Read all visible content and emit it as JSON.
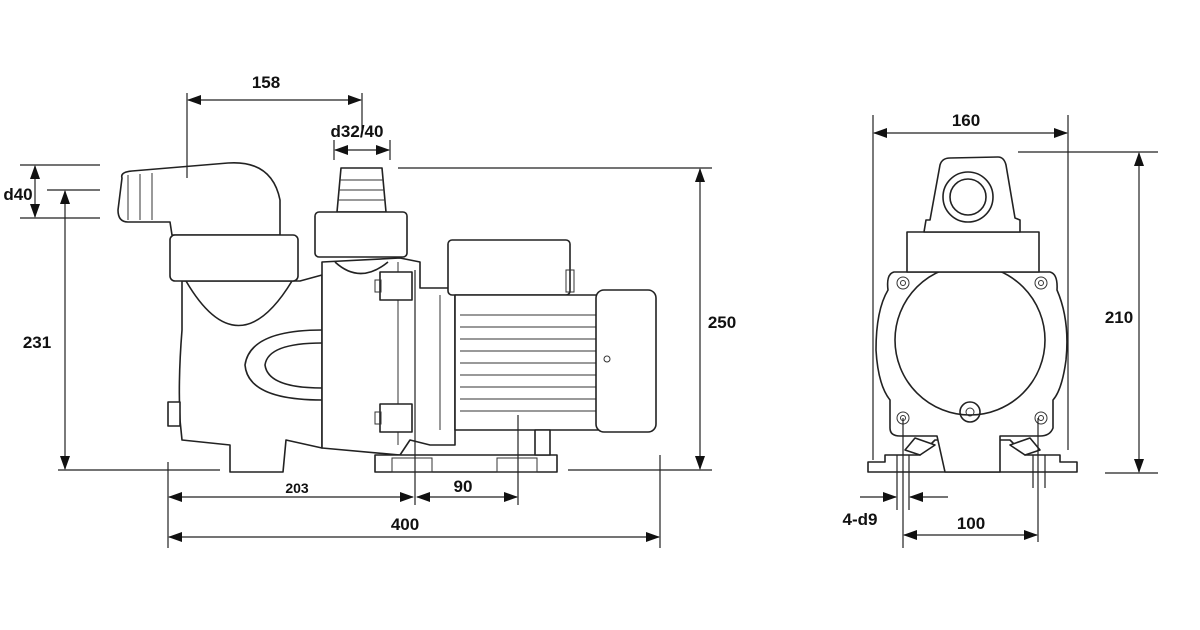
{
  "side_view": {
    "dims": {
      "inlet_to_outlet": "158",
      "outlet_diameter": "d32/40",
      "inlet_diameter": "d40",
      "inlet_height": "231",
      "total_height": "250",
      "front_to_foot": "203",
      "foot_spacing": "90",
      "total_length": "400"
    }
  },
  "front_view": {
    "dims": {
      "width": "160",
      "height": "210",
      "holes": "4-d9",
      "hole_spacing": "100"
    }
  }
}
